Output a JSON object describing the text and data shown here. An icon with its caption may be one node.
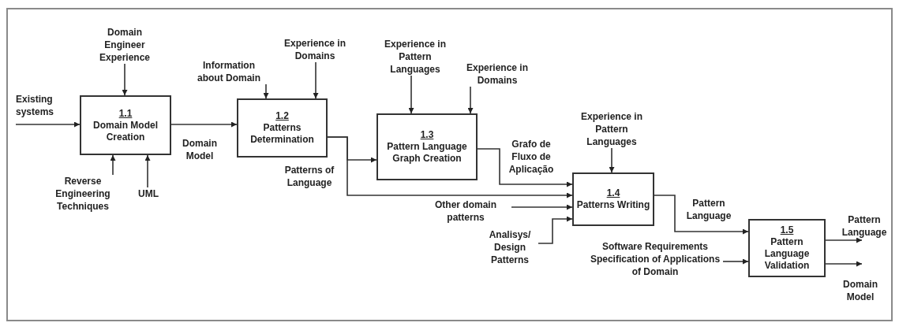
{
  "diagram": {
    "nodes": [
      {
        "text": [
          "Domain Engineer Experience"
        ]
      },
      {
        "text": [
          "Existing systems"
        ]
      },
      {
        "text": [
          "1.1",
          "Domain Model Creation"
        ]
      },
      {
        "text": [
          "Reverse Engineering Techniques"
        ]
      },
      {
        "text": [
          "UML"
        ]
      },
      {
        "text": [
          "Information about Domain"
        ]
      },
      {
        "text": [
          "Experience in Domains"
        ]
      },
      {
        "text": [
          "1.2",
          "Patterns Determination"
        ]
      },
      {
        "text": [
          "Experience in Pattern Languages"
        ]
      },
      {
        "text": [
          "Experience in Domains"
        ]
      },
      {
        "text": [
          "1.3",
          "Pattern Language Graph Creation"
        ]
      },
      {
        "text": [
          "Experience in Pattern Languages"
        ]
      },
      {
        "text": [
          "Other domain patterns"
        ]
      },
      {
        "text": [
          "Analisys/ Design Patterns"
        ]
      },
      {
        "text": [
          "1.4",
          "Patterns Writing"
        ]
      },
      {
        "text": [
          "Software Requirements Specification of Applications of Domain"
        ]
      },
      {
        "text": [
          "1.5",
          "Pattern Language Validation"
        ]
      },
      {
        "text": [
          "Pattern Language"
        ]
      },
      {
        "text": [
          "Domain Model"
        ]
      }
    ],
    "edges": [
      {
        "from": 0,
        "to": 2,
        "arrow": "to"
      },
      {
        "from": 1,
        "to": 2,
        "arrow": "to"
      },
      {
        "from": 3,
        "to": 2,
        "arrow": "to"
      },
      {
        "from": 4,
        "to": 2,
        "arrow": "to"
      },
      {
        "from": 2,
        "to": 7,
        "arrow": "to",
        "label": "Domain Model"
      },
      {
        "from": 5,
        "to": 7,
        "arrow": "to"
      },
      {
        "from": 6,
        "to": 7,
        "arrow": "to"
      },
      {
        "from": 8,
        "to": 10,
        "arrow": "to"
      },
      {
        "from": 9,
        "to": 10,
        "arrow": "to"
      },
      {
        "from": 7,
        "to": 10,
        "arrow": "to"
      },
      {
        "from": 7,
        "to": 14,
        "arrow": "to",
        "label": "Patterns of Language"
      },
      {
        "from": 10,
        "to": 14,
        "arrow": "to",
        "label": "Grafo de Fluxo de Aplicação"
      },
      {
        "from": 11,
        "to": 14,
        "arrow": "to"
      },
      {
        "from": 12,
        "to": 14,
        "arrow": "to"
      },
      {
        "from": 13,
        "to": 14,
        "arrow": "to"
      },
      {
        "from": 14,
        "to": 16,
        "arrow": "to",
        "label": "Pattern Language"
      },
      {
        "from": 15,
        "to": 16,
        "arrow": "to"
      },
      {
        "from": 16,
        "to": 17,
        "arrow": "to"
      },
      {
        "from": 16,
        "to": 18,
        "arrow": "to"
      }
    ]
  }
}
